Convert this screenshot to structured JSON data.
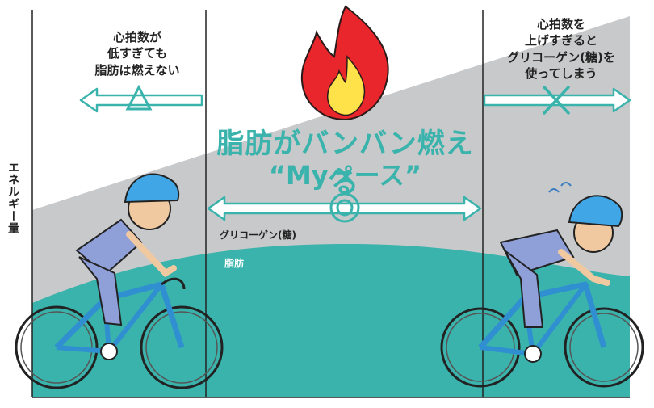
{
  "y_axis_label": "エネルギー量",
  "left_zone": {
    "note": "心拍数が\n低すぎても\n脂肪は燃えない",
    "mark": "△"
  },
  "middle_zone": {
    "title_line1": "脂肪がバンバン燃える",
    "title_line2": "“Myペース”",
    "mark": "◎"
  },
  "right_zone": {
    "note": "心拍数を\n上げすぎると\nグリコーゲン(糖)を\n使ってしまう",
    "mark": "×"
  },
  "area_labels": {
    "glycogen": "グリコーゲン(糖)",
    "fat": "脂肪"
  },
  "colors": {
    "teal": "#3ab3ac",
    "gray": "#c8c9ca",
    "flame_red": "#e8262b",
    "flame_yellow": "#ffe14a",
    "bike_blue": "#2f8fd0",
    "jersey": "#8f9fd8"
  },
  "icons": [
    "fire-icon",
    "triangle-mark-icon",
    "double-circle-mark-icon",
    "cross-mark-icon",
    "cyclist-relaxed",
    "cyclist-strained"
  ]
}
